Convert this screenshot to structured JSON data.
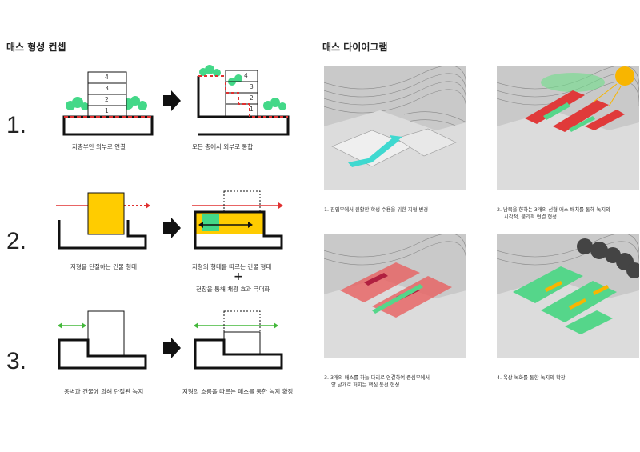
{
  "left": {
    "title": "매스 형성 컨셉",
    "rows": [
      {
        "number": "1.",
        "caption_left": "저층부만 외부로 연결",
        "caption_right": "모든 층에서 외부로 통합",
        "floors": [
          "4",
          "3",
          "2",
          "1"
        ]
      },
      {
        "number": "2.",
        "caption_left": "지형을 단절하는 건물 형태",
        "caption_right": "지형의 형태를 따르는 건물 형태",
        "plus": "+",
        "caption_right_2": "천창을 통해 채광 효과 극대화"
      },
      {
        "number": "3.",
        "caption_left": "옹벽과 건물에 의해 단절된 녹지",
        "caption_right": "지형의 흐름을 따르는 매스를 통한 녹지 확장"
      }
    ]
  },
  "right": {
    "title": "매스 다이어그램",
    "diagrams": [
      {
        "caption": "1. 진입부에서 원활한 학생 수용을 위한 지형 변경"
      },
      {
        "caption_1": "2. 남북을 향하는 3개의 선형 매스 배치를 통해 녹지와",
        "caption_2": "시각적, 물리적 연결 형성"
      },
      {
        "caption_1": "3. 3개의 매스를 하늘 다리로 연결하여 중심부에서",
        "caption_2": "양 날개로 퍼지는 핵심 동선 형성"
      },
      {
        "caption": "4. 옥상 녹화를 통한 녹지의 확장"
      }
    ]
  },
  "colors": {
    "red": "#e03030",
    "yellow": "#ffcc00",
    "green": "#55d68a",
    "cyan": "#3fd9d0",
    "sun": "#f8b500"
  }
}
